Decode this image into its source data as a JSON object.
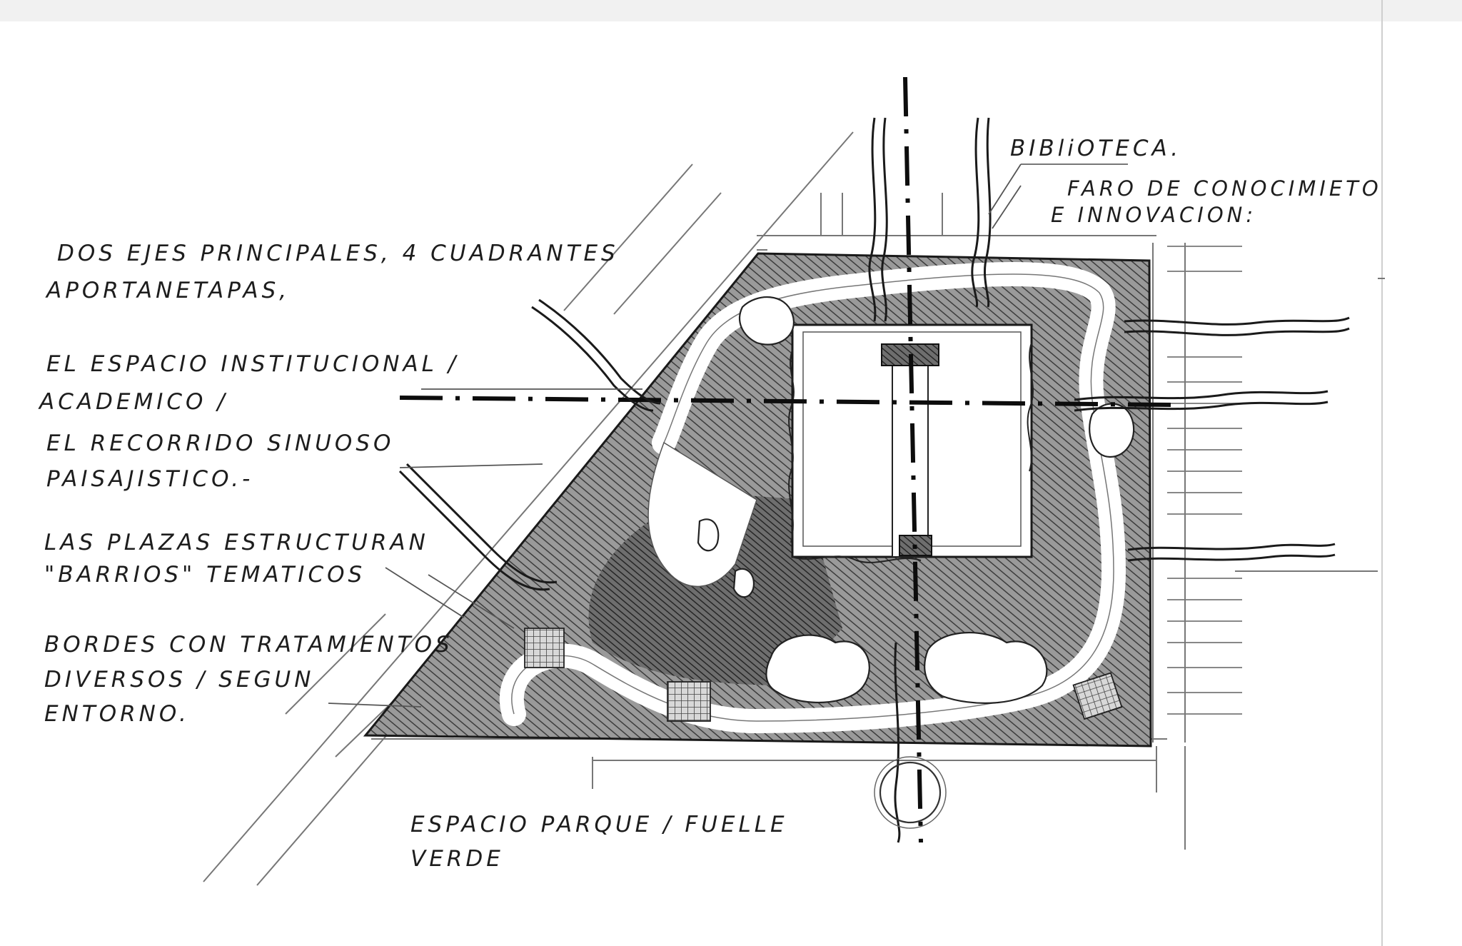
{
  "annotations": {
    "biblioteca": "BIBliOTECA.",
    "faro_line1": "FARO DE CONOCIMIETO",
    "faro_line2": "E INNOVACION:",
    "ejes_line1": "DOS EJES PRINCIPALES, 4 CUADRANTES",
    "ejes_line2": "APORTANETAPAS,",
    "institucional_line1": "EL ESPACIO INSTITUCIONAL /",
    "institucional_line2": "ACADEMICO /",
    "recorrido_line1": "EL RECORRIDO SINUOSO",
    "recorrido_line2": "PAISAJISTICO.-",
    "plazas_line1": "LAS PLAZAS ESTRUCTURAN",
    "plazas_line2": "\"BARRIOS\" TEMATICOS",
    "bordes_line1": "BORDES CON TRATAMIENTOS",
    "bordes_line2": "DIVERSOS / SEGUN",
    "bordes_line3": "ENTORNO.",
    "parque_line1": "ESPACIO PARQUE / FUELLE",
    "parque_line2": "VERDE"
  },
  "colors": {
    "ink": "#1d1d1d",
    "shade": "#8a8a8a",
    "paper": "#ffffff"
  }
}
